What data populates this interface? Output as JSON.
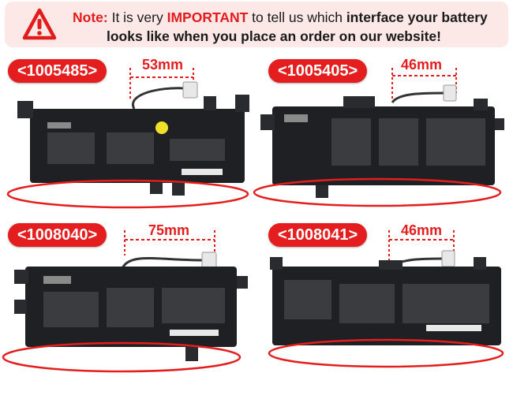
{
  "banner": {
    "note_label": "Note:",
    "text_before_important": " It is very ",
    "important": "IMPORTANT",
    "text_after_important": " to tell us which ",
    "emphasis": "interface your battery",
    "line2": "looks like when you place an order on our website!"
  },
  "batteries": [
    {
      "model": "<1005485>",
      "connector_distance": "53mm"
    },
    {
      "model": "<1005405>",
      "connector_distance": "46mm"
    },
    {
      "model": "<1008040>",
      "connector_distance": "75mm"
    },
    {
      "model": "<1008041>",
      "connector_distance": "46mm"
    }
  ],
  "colors": {
    "accent_red": "#e41e1e",
    "banner_bg": "#fde8e8",
    "battery_body": "#1f2023"
  }
}
